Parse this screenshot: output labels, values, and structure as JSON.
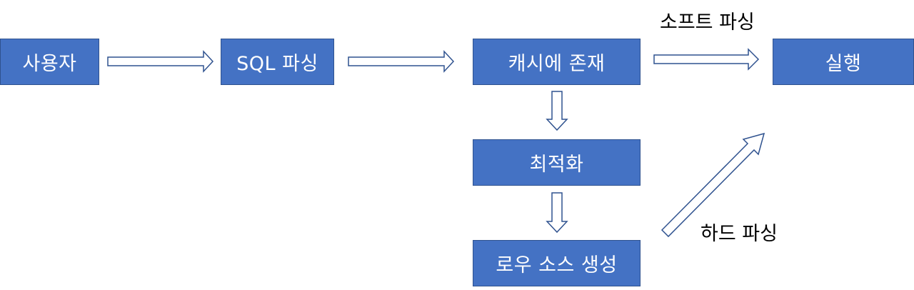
{
  "colors": {
    "box_fill": "#4472c4",
    "box_border": "#2f528f",
    "box_text": "#ffffff",
    "arrow_fill": "#ffffff",
    "arrow_stroke": "#2f528f"
  },
  "nodes": {
    "user": "사용자",
    "sql_parsing": "SQL 파싱",
    "cache_exists": "캐시에 존재",
    "execute": "실행",
    "optimize": "최적화",
    "row_source_gen": "로우 소스 생성"
  },
  "edge_labels": {
    "soft_parse": "소프트 파싱",
    "hard_parse": "하드 파싱"
  }
}
